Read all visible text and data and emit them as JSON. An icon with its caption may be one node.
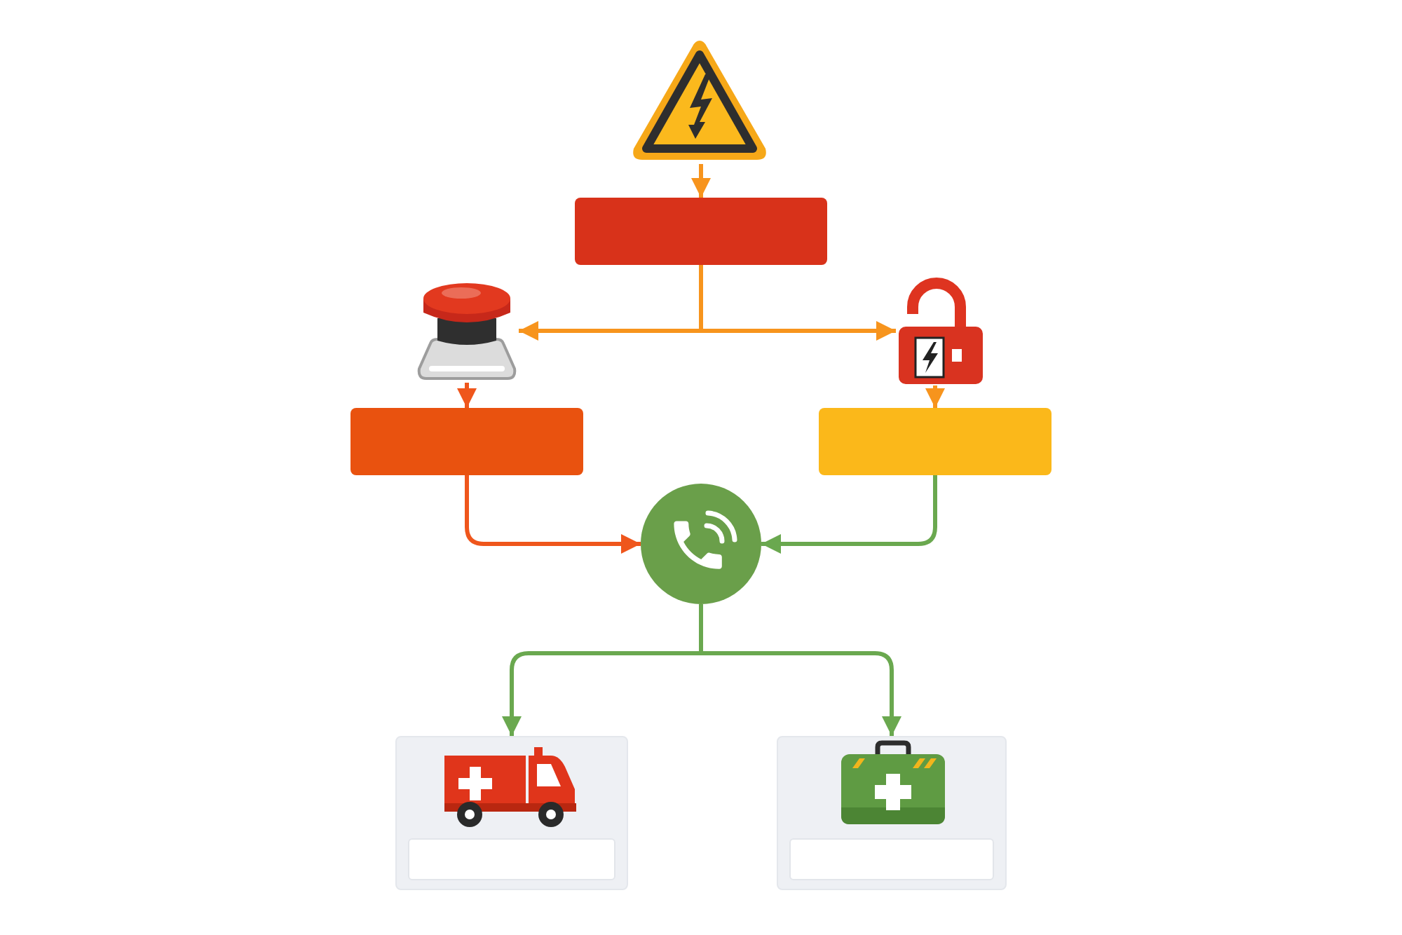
{
  "diagram": {
    "nodes": [
      {
        "text": [],
        "shape": "picture"
      },
      {
        "text": [],
        "shape": "box"
      },
      {
        "text": [],
        "shape": "picture"
      },
      {
        "text": [],
        "shape": "picture"
      },
      {
        "text": [],
        "shape": "box"
      },
      {
        "text": [],
        "shape": "box"
      },
      {
        "text": [],
        "shape": "circle"
      },
      {
        "text": [],
        "shape": "box"
      },
      {
        "text": [],
        "shape": "picture",
        "in": 7
      },
      {
        "text": [],
        "shape": "box",
        "in": 7
      },
      {
        "text": [],
        "shape": "box"
      },
      {
        "text": [],
        "shape": "picture",
        "in": 10
      },
      {
        "text": [],
        "shape": "box",
        "in": 10
      }
    ],
    "edges": [
      {
        "from": 0,
        "to": 1,
        "arrow": "to"
      },
      {
        "from": 1,
        "to": 2,
        "arrow": "to"
      },
      {
        "from": 1,
        "to": 3,
        "arrow": "to"
      },
      {
        "from": 2,
        "to": 4,
        "arrow": "to",
        "color": "#ef561c"
      },
      {
        "from": 3,
        "to": 5,
        "arrow": "to"
      },
      {
        "from": 4,
        "to": 6,
        "arrow": "to",
        "color": "#ef561c"
      },
      {
        "from": 5,
        "to": 6,
        "arrow": "to",
        "color": "#6aa84f"
      },
      {
        "from": 6,
        "to": 7,
        "arrow": "to",
        "color": "#6aa84f"
      },
      {
        "from": 6,
        "to": 10,
        "arrow": "to",
        "color": "#6aa84f"
      }
    ]
  }
}
